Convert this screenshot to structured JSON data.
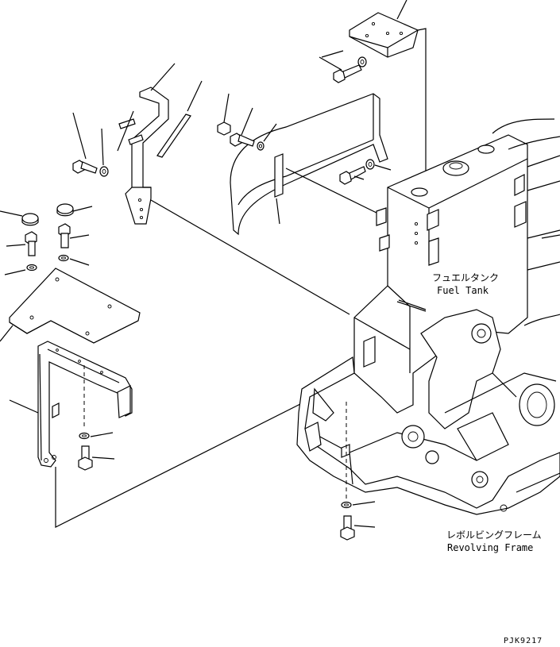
{
  "labels": {
    "fuel_tank_jp": "フュエルタンク",
    "fuel_tank_en": "Fuel Tank",
    "revolving_frame_jp": "レボルビングフレーム",
    "revolving_frame_en": "Revolving Frame",
    "drawing_code": "PJK9217"
  }
}
